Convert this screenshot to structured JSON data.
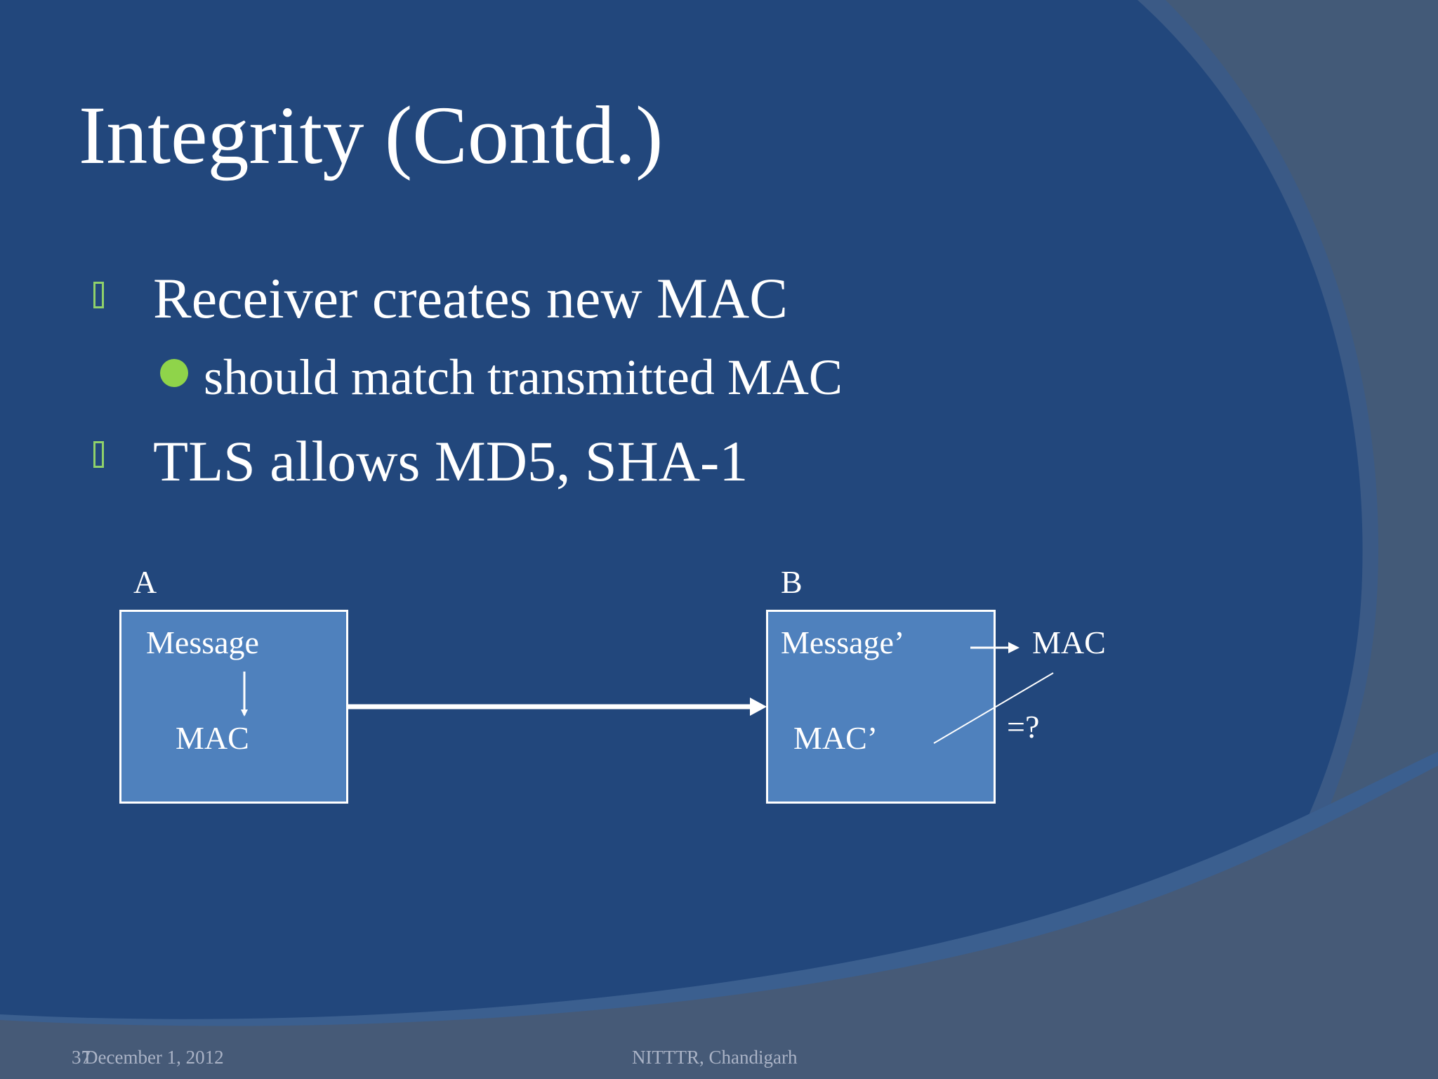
{
  "slide": {
    "title": "Integrity (Contd.)",
    "bullets": [
      {
        "text": "Receiver creates new MAC"
      },
      {
        "text": "should match transmitted MAC"
      },
      {
        "text": "TLS allows MD5, SHA-1"
      }
    ]
  },
  "diagram": {
    "node_a": {
      "label": "A",
      "line1": "Message",
      "line2": "MAC"
    },
    "node_b": {
      "label": "B",
      "line1": "Message’",
      "line2": "MAC’"
    },
    "outside_mac": "MAC",
    "compare": "=?"
  },
  "footer": {
    "slide_number": "37",
    "date": "December 1, 2012",
    "institute": "NITTTR, Chandigarh"
  },
  "colors": {
    "background": "#22477c",
    "box_fill": "#4f81bd",
    "bullet_accent": "#8fd44a",
    "text": "#ffffff"
  }
}
